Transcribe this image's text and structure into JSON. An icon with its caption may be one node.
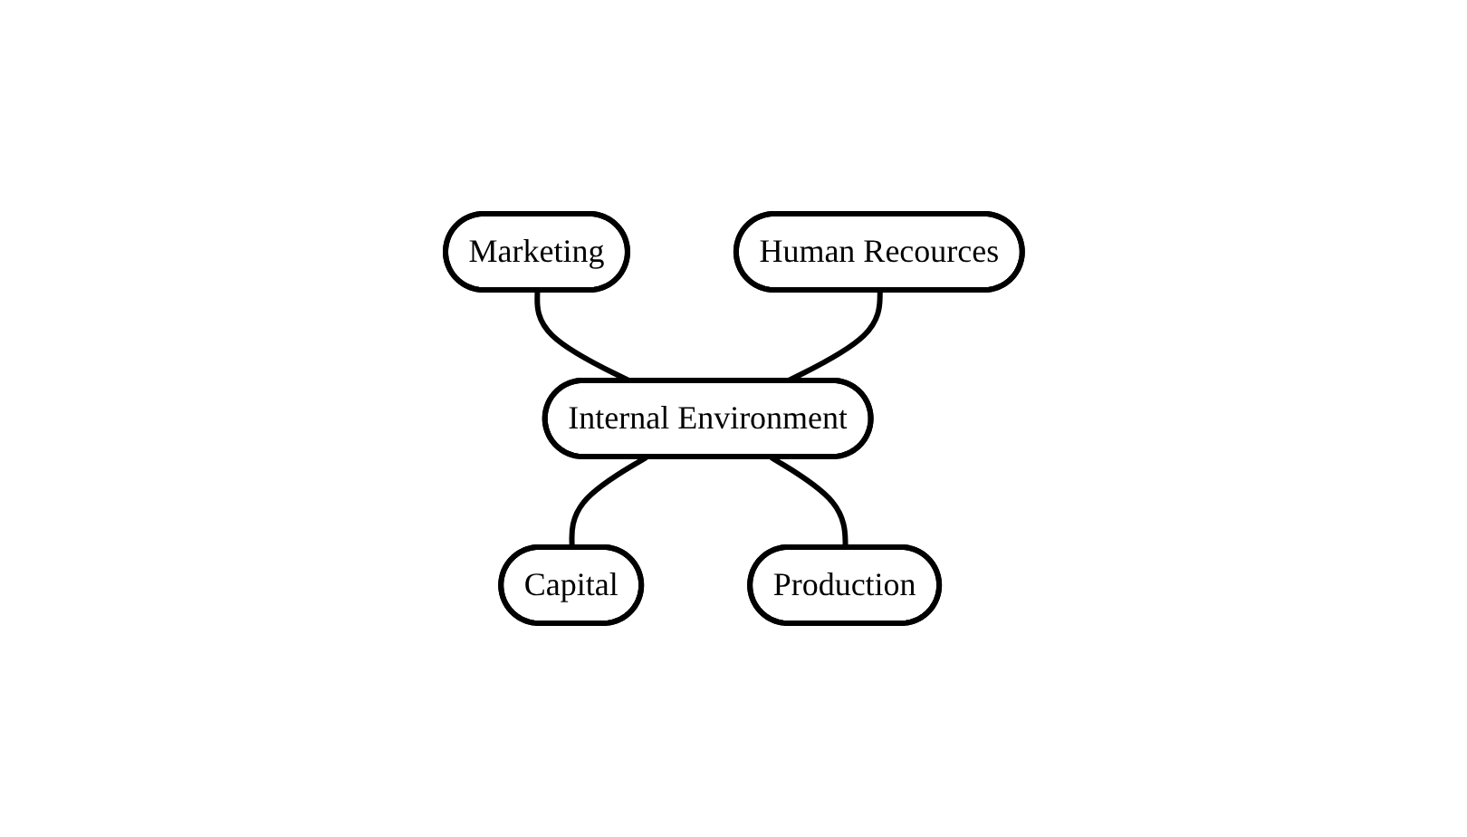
{
  "diagram": {
    "nodes": [
      {
        "text": [
          "Marketing"
        ]
      },
      {
        "text": [
          "Human Recources"
        ]
      },
      {
        "text": [
          "Internal Environment"
        ]
      },
      {
        "text": [
          "Capital"
        ]
      },
      {
        "text": [
          "Production"
        ]
      }
    ],
    "edges": [
      {
        "from": 0,
        "to": 2,
        "arrow": "none"
      },
      {
        "from": 1,
        "to": 2,
        "arrow": "none"
      },
      {
        "from": 2,
        "to": 3,
        "arrow": "none"
      },
      {
        "from": 2,
        "to": 4,
        "arrow": "none"
      }
    ]
  }
}
